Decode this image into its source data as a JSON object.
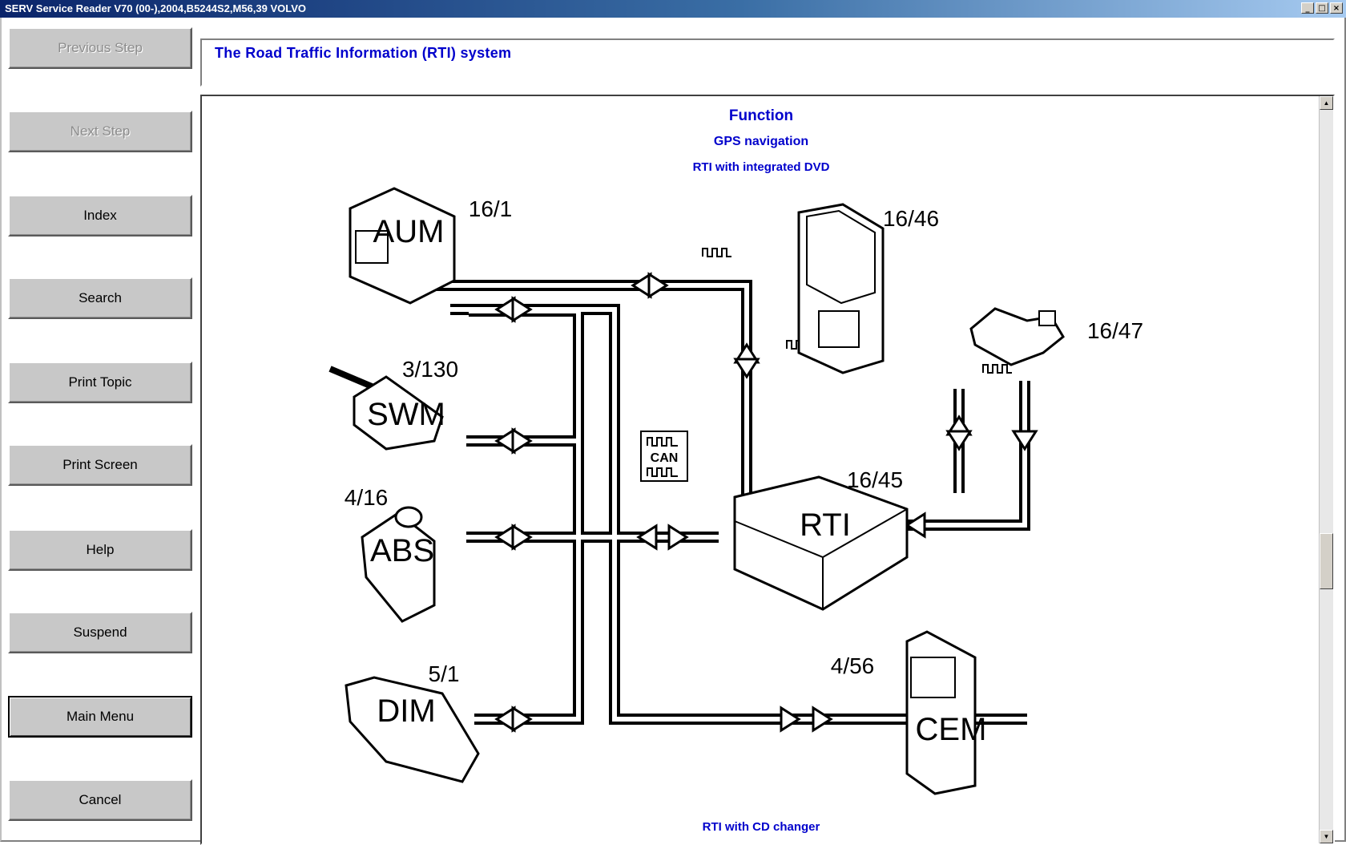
{
  "window": {
    "title": "SERV Service Reader V70 (00-),2004,B5244S2,M56,39 VOLVO",
    "controls": [
      "_",
      "□",
      "×"
    ]
  },
  "sidebar": {
    "buttons": [
      {
        "label": "Previous Step",
        "enabled": false
      },
      {
        "label": "Next Step",
        "enabled": false
      },
      {
        "label": "Index",
        "enabled": true
      },
      {
        "label": "Search",
        "enabled": true
      },
      {
        "label": "Print Topic",
        "enabled": true
      },
      {
        "label": "Print Screen",
        "enabled": true
      },
      {
        "label": "Help",
        "enabled": true
      },
      {
        "label": "Suspend",
        "enabled": true
      },
      {
        "label": "Main Menu",
        "enabled": true
      },
      {
        "label": "Cancel",
        "enabled": true
      }
    ]
  },
  "header": {
    "title": "The Road Traffic Information (RTI) system"
  },
  "content": {
    "heading": "Function",
    "subheading": "GPS navigation",
    "section1": "RTI with integrated DVD",
    "section2": "RTI with CD changer",
    "diagram": {
      "modules": [
        {
          "abbr": "AUM",
          "code": "16/1"
        },
        {
          "abbr": "SWM",
          "code": "3/130"
        },
        {
          "abbr": "ABS",
          "code": "4/16"
        },
        {
          "abbr": "DIM",
          "code": "5/1"
        },
        {
          "abbr": "RTI",
          "code": "16/45"
        },
        {
          "abbr": "CEM",
          "code": "4/56"
        }
      ],
      "display_code": "16/46",
      "antenna_code": "16/47",
      "can_label": "CAN"
    }
  },
  "colors": {
    "link_blue": "#0000cc",
    "button_face": "#c8c8c8"
  }
}
